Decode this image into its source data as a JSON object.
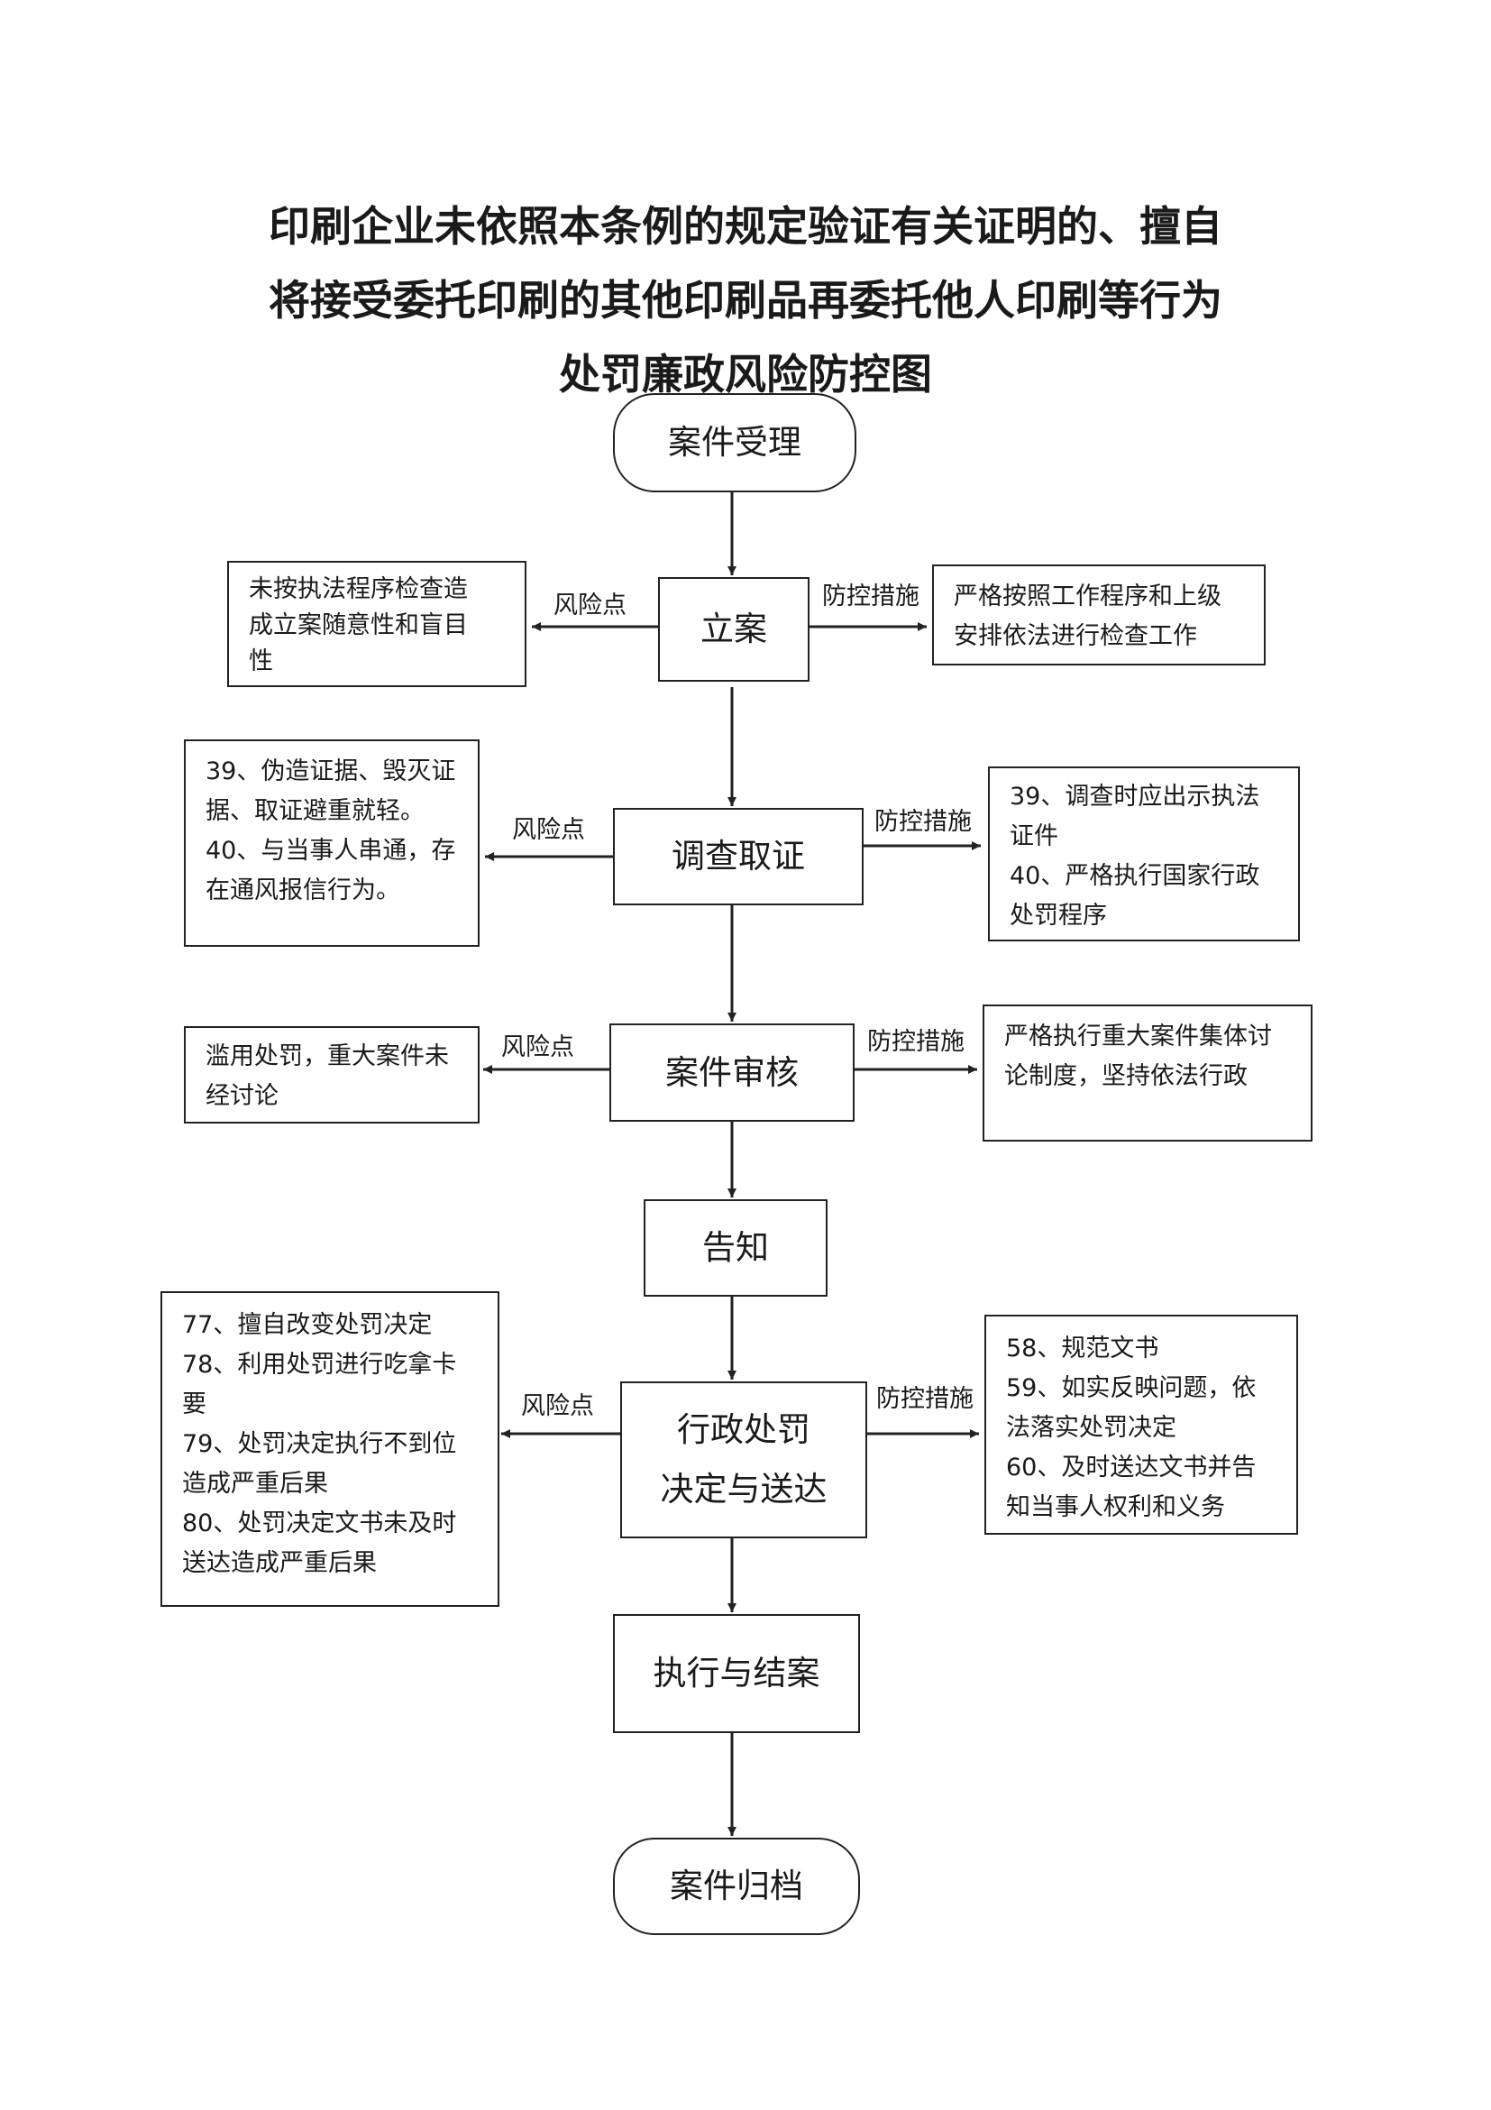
{
  "title": [
    "印刷企业未依照本条例的规定验证有关证明的、擅自",
    "将接受委托印刷的其他印刷品再委托他人印刷等行为",
    "处罚廉政风险防控图"
  ],
  "labels": {
    "risk": "风险点",
    "control": "防控措施"
  },
  "steps": {
    "start": "案件受理",
    "filing": "立案",
    "investigation": "调查取证",
    "review": "案件审核",
    "notification": "告知",
    "decision": [
      "行政处罚",
      "决定与送达"
    ],
    "execution": "执行与结案",
    "archive": "案件归档"
  },
  "risks": {
    "filing": [
      "未按执法程序检查造",
      "成立案随意性和盲目",
      "性"
    ],
    "investigation": [
      "39、伪造证据、毁灭证",
      "据、取证避重就轻。",
      "40、与当事人串通，存",
      "在通风报信行为。"
    ],
    "review": [
      "滥用处罚，重大案件未",
      "经讨论"
    ],
    "decision": [
      "77、擅自改变处罚决定",
      "78、利用处罚进行吃拿卡",
      "要",
      "79、处罚决定执行不到位",
      "造成严重后果",
      "80、处罚决定文书未及时",
      "送达造成严重后果"
    ]
  },
  "controls": {
    "filing": [
      "严格按照工作程序和上级",
      "安排依法进行检查工作"
    ],
    "investigation": [
      "39、调查时应出示执法",
      "证件",
      "40、严格执行国家行政",
      "处罚程序"
    ],
    "review": [
      "严格执行重大案件集体讨",
      "论制度，坚持依法行政"
    ],
    "decision": [
      "58、规范文书",
      "59、如实反映问题，依",
      "法落实处罚决定",
      "60、及时送达文书并告",
      "知当事人权利和义务"
    ]
  }
}
